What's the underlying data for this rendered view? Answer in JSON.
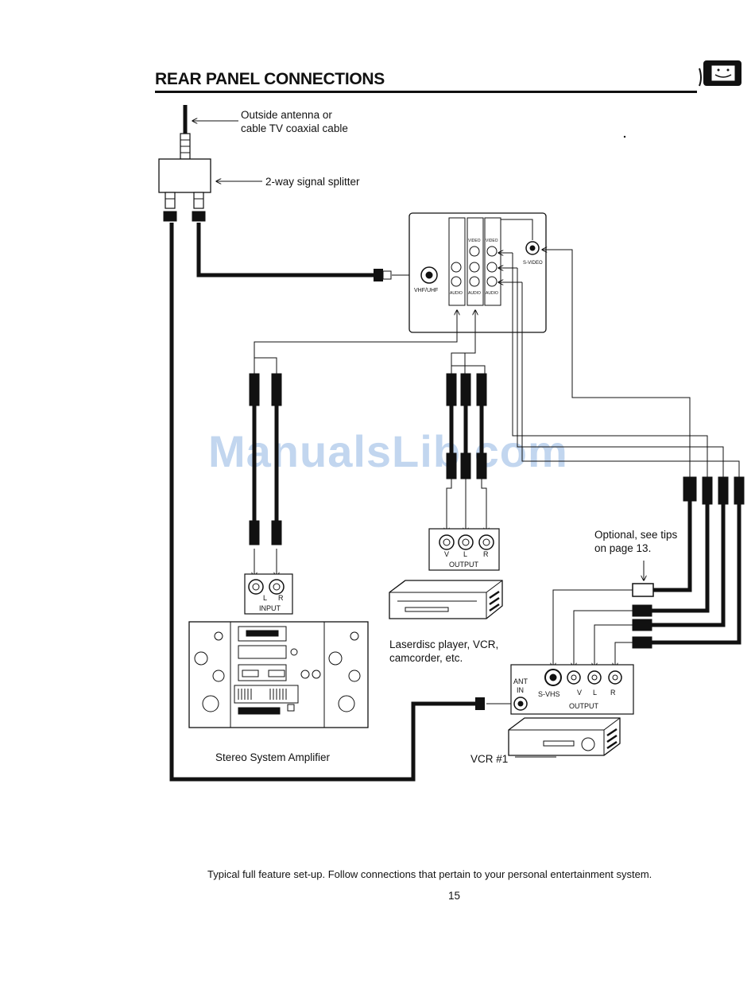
{
  "page": {
    "title": "REAR PANEL CONNECTIONS",
    "caption": "Typical full feature set-up.  Follow connections that pertain to your personal entertainment system.",
    "page_number": "15",
    "watermark": "ManualsLib.com"
  },
  "labels": {
    "antenna": "Outside antenna or\ncable TV coaxial cable",
    "splitter": "2-way signal splitter",
    "vhf_uhf": "VHF/UHF",
    "s_video": "S-VIDEO",
    "video_a": "VIDEO",
    "video_b": "VIDEO",
    "audio_a": "AUDIO",
    "audio_b": "AUDIO",
    "audio_c": "AUDIO",
    "optional": "Optional, see tips\non page 13.",
    "laserdisc": "Laserdisc player, VCR,\ncamcorder, etc.",
    "stereo": "Stereo System Amplifier",
    "vcr1": "VCR #1"
  },
  "laserdisc_output": {
    "v": "V",
    "l": "L",
    "r": "R",
    "label": "OUTPUT"
  },
  "stereo_input": {
    "l": "L",
    "r": "R",
    "label": "INPUT"
  },
  "vcr_panel": {
    "ant": "ANT",
    "in": "IN",
    "svhs": "S-VHS",
    "v": "V",
    "l": "L",
    "r": "R",
    "label": "OUTPUT"
  },
  "icons": [
    "tv-mascot-icon",
    "arrow-icon",
    "rca-plug-icon",
    "svideo-plug-icon",
    "coax-plug-icon"
  ]
}
